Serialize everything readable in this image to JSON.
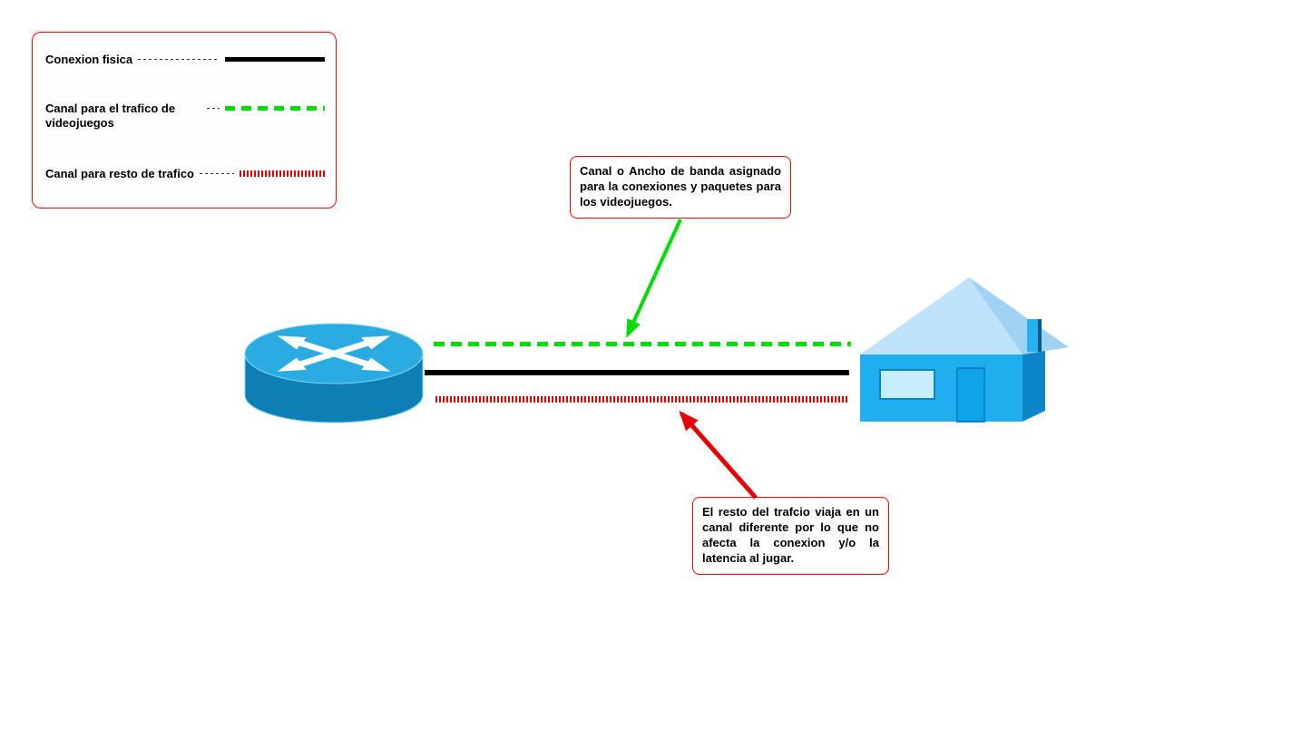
{
  "legend": {
    "items": [
      {
        "label": "Conexion fisica",
        "line_style": "solid",
        "color": "#000000"
      },
      {
        "label": "Canal para el trafico de videojuegos",
        "line_style": "dashed",
        "color": "#00DD00"
      },
      {
        "label": "Canal para resto de trafico",
        "line_style": "dotted",
        "color": "#E60000"
      }
    ]
  },
  "callouts": {
    "gaming": {
      "text": "Canal o Ancho de banda asignado para la conexiones y paquetes para los videojuegos.",
      "arrow_color": "#00DD00"
    },
    "rest_traffic": {
      "text": "El resto del trafcio viaja en un canal diferente por lo que no afecta la conexion y/o la latencia al jugar.",
      "arrow_color": "#E80000"
    }
  },
  "nodes": {
    "router": {
      "icon": "router-icon"
    },
    "house": {
      "icon": "house-icon"
    }
  },
  "colors": {
    "legend_border": "#FF0000",
    "callout_border": "#FF0000",
    "physical_line": "#000000",
    "gaming_line": "#00DD00",
    "other_traffic_line": "#E60000",
    "router_top": "#2AACE3",
    "router_body": "#0E7FB5",
    "house_front": "#1FAFEF",
    "house_roof": "#BFE3FB",
    "house_side": "#0C86C8"
  }
}
